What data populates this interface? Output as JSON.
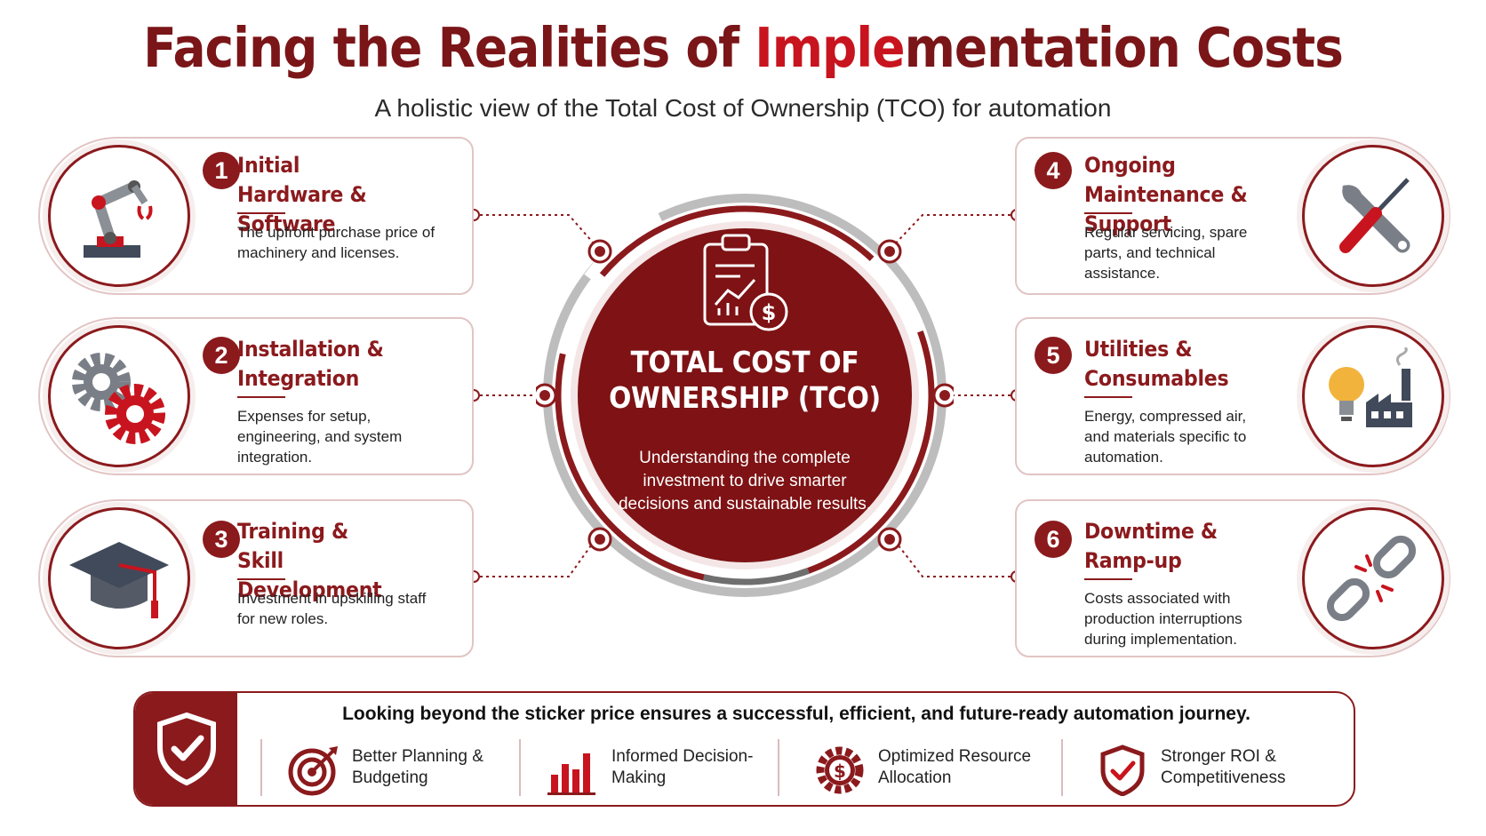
{
  "header": {
    "title_part1": "Facing the Realities of ",
    "title_accent": "Imple",
    "title_part2": "mentation Costs",
    "subtitle": "A holistic view of the Total Cost of Ownership (TCO) for automation"
  },
  "center": {
    "title": "TOTAL COST OF OWNERSHIP (TCO)",
    "description": "Understanding the complete investment to drive smarter decisions and sustainable results.",
    "icon": "clipboard-chart-dollar-icon"
  },
  "costs": [
    {
      "number": "1",
      "title": "Initial Hardware & Software",
      "description": "The upfront purchase price of machinery and licenses.",
      "icon": "robot-arm-icon"
    },
    {
      "number": "2",
      "title": "Installation & Integration",
      "description": "Expenses for setup, engineering, and system integration.",
      "icon": "gears-icon"
    },
    {
      "number": "3",
      "title": "Training & Skill Development",
      "description": "Investment in upskilling staff for new roles.",
      "icon": "graduation-cap-icon"
    },
    {
      "number": "4",
      "title": "Ongoing Maintenance & Support",
      "description": "Regular servicing, spare parts, and technical assistance.",
      "icon": "wrench-screwdriver-icon"
    },
    {
      "number": "5",
      "title": "Utilities & Consumables",
      "description": "Energy, compressed air, and materials specific to automation.",
      "icon": "lightbulb-factory-icon"
    },
    {
      "number": "6",
      "title": "Downtime & Ramp-up",
      "description": "Costs associated with production interruptions during implementation.",
      "icon": "broken-chain-icon"
    }
  ],
  "footer": {
    "message": "Looking beyond the sticker price ensures a successful, efficient, and future-ready automation journey.",
    "badge_icon": "shield-check-icon",
    "benefits": [
      {
        "label": "Better Planning & Budgeting",
        "icon": "target-icon"
      },
      {
        "label": "Informed Decision-Making",
        "icon": "bar-chart-icon"
      },
      {
        "label": "Optimized Resource Allocation",
        "icon": "dollar-gear-icon"
      },
      {
        "label": "Stronger ROI & Competitiveness",
        "icon": "shield-check-icon"
      }
    ]
  },
  "colors": {
    "primary": "#8b1a1d",
    "accent": "#c8141e",
    "ring": "#b3b3b3",
    "text": "#1e1e1e"
  }
}
